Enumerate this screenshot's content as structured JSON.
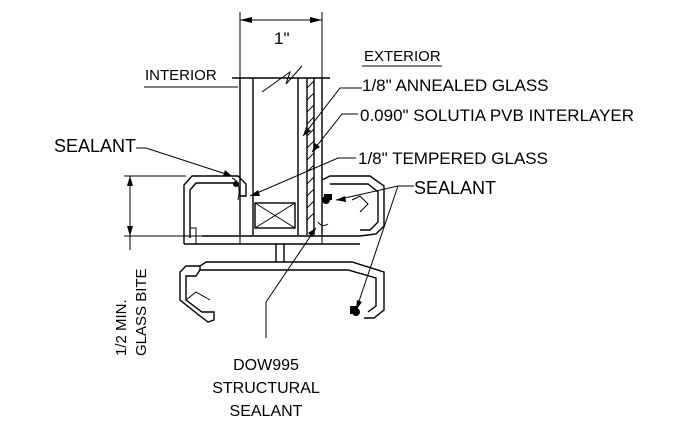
{
  "labels": {
    "width_dimension": "1\"",
    "interior": "INTERIOR",
    "exterior": "EXTERIOR",
    "annealed_glass": "1/8\" ANNEALED GLASS",
    "pvb_interlayer": "0.090\" SOLUTIA PVB INTERLAYER",
    "tempered_glass": "1/8\" TEMPERED GLASS",
    "sealant_left": "SEALANT",
    "sealant_right": "SEALANT",
    "glass_bite_line1": "1/2 MIN.",
    "glass_bite_line2": "GLASS BITE",
    "structural_line1": "DOW995",
    "structural_line2": "STRUCTURAL",
    "structural_line3": "SEALANT"
  }
}
